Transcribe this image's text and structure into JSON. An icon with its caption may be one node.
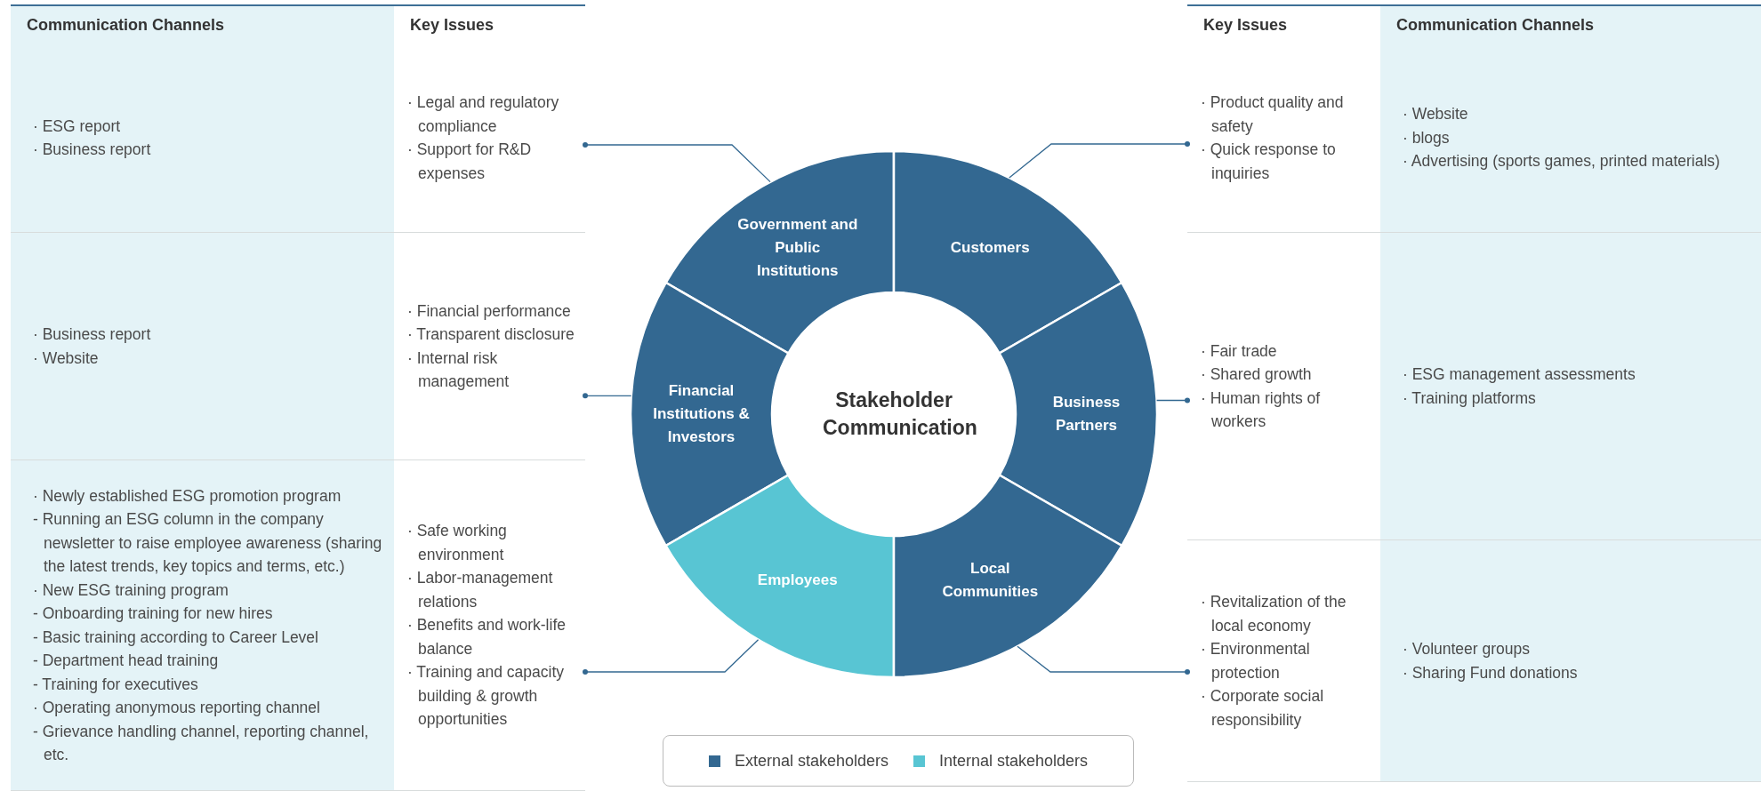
{
  "diagram": {
    "nodes": [
      {
        "text": [
          "Stakeholder Communication"
        ]
      },
      {
        "text": [
          "Government and Public Institutions"
        ]
      },
      {
        "text": [
          "Customers"
        ]
      },
      {
        "text": [
          "Financial Institutions & Investors"
        ]
      },
      {
        "text": [
          "Business Partners"
        ]
      },
      {
        "text": [
          "Employees"
        ]
      },
      {
        "text": [
          "Local Communities"
        ]
      },
      {
        "text": [
          "· Legal and regulatory compliance",
          "· Support for R&D expenses"
        ]
      },
      {
        "text": [
          "· Product quality and safety",
          "· Quick response to inquiries"
        ]
      },
      {
        "text": [
          "· Financial performance",
          "· Transparent disclosure",
          "· Internal risk management"
        ]
      },
      {
        "text": [
          "· Fair trade",
          "· Shared growth",
          "· Human rights of workers"
        ]
      },
      {
        "text": [
          "· Safe working environment",
          "· Labor-management relations",
          "· Benefits and work-life balance",
          "· Training and capacity building & growth opportunities"
        ]
      },
      {
        "text": [
          "· Revitalization of the local economy",
          "· Environmental protection",
          "· Corporate social responsibility"
        ]
      },
      {
        "text": [
          "· ESG report",
          "· Business report"
        ]
      },
      {
        "text": [
          "· Website",
          "· blogs",
          "· Advertising (sports games, printed materials)"
        ]
      },
      {
        "text": [
          "· Business report",
          "· Website"
        ]
      },
      {
        "text": [
          "· ESG management assessments",
          "· Training platforms"
        ]
      },
      {
        "text": [
          "· Newly established ESG promotion program",
          "- Running an ESG column in the company newsletter to raise employee awareness (sharing the latest trends, key topics and terms, etc.)",
          "· New ESG training program",
          "- Onboarding training for new hires",
          "- Basic training according to Career Level",
          "- Department head training",
          "- Training for executives",
          "· Operating anonymous reporting channel",
          "- Grievance handling channel, reporting channel, etc."
        ]
      },
      {
        "text": [
          "· Volunteer groups",
          "· Sharing Fund donations"
        ]
      }
    ],
    "edges": [
      {
        "from": 7,
        "to": 1,
        "arrow": "other"
      },
      {
        "from": 8,
        "to": 2,
        "arrow": "other"
      },
      {
        "from": 9,
        "to": 3,
        "arrow": "other"
      },
      {
        "from": 10,
        "to": 4,
        "arrow": "other"
      },
      {
        "from": 11,
        "to": 5,
        "arrow": "other"
      },
      {
        "from": 12,
        "to": 6,
        "arrow": "other"
      }
    ],
    "labels": [
      "Communication Channels",
      "Key Issues",
      "Key Issues",
      "Communication Channels"
    ],
    "legend": [
      {
        "text": "External stakeholders",
        "color": "#336891"
      },
      {
        "text": "Internal stakeholders",
        "color": "#58c5d3"
      }
    ]
  }
}
